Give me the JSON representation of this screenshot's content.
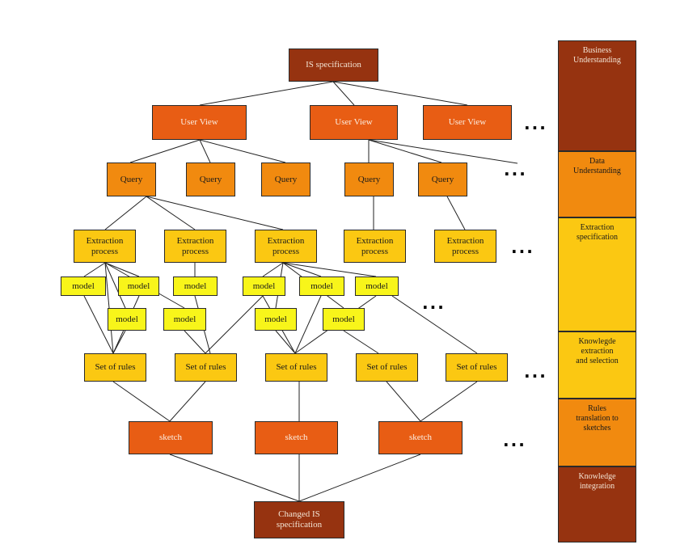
{
  "nodes": {
    "is_spec": "IS specification",
    "user_view": "User View",
    "query": "Query",
    "extraction": "Extraction\nprocess",
    "model": "model",
    "set_of_rules": "Set of rules",
    "sketch": "sketch",
    "changed_is": "Changed IS\nspecification",
    "ellipsis": "..."
  },
  "phases": [
    "Business\nUnderstanding",
    "Data\nUnderstanding",
    "Extraction\nspecification",
    "Knowlegde\nextraction\nand selection",
    "Rules\ntranslation to\nsketches",
    "Knowledge\nintegration"
  ],
  "colors": {
    "dark_brown": "#963310",
    "orange_red": "#e85d14",
    "orange": "#f18a0f",
    "gold": "#fbc812",
    "yellow": "#f8f51a"
  }
}
